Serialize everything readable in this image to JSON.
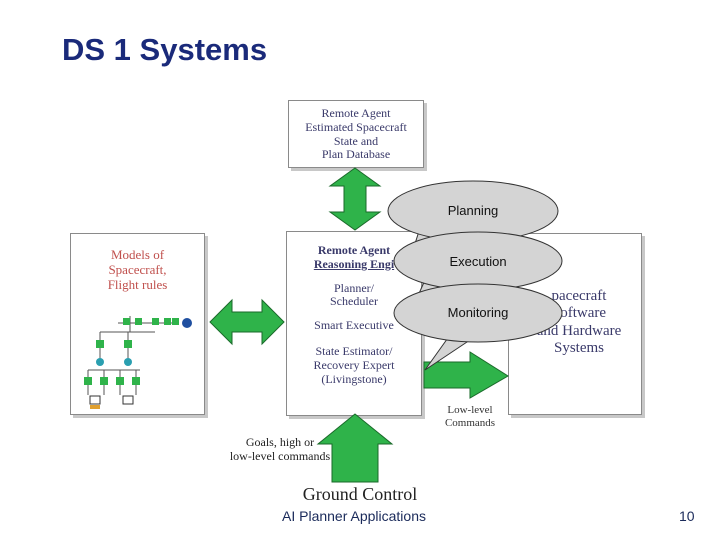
{
  "slide": {
    "title": "DS 1 Systems",
    "footer_left": "AI Planner Applications",
    "footer_right": "10"
  },
  "diagram": {
    "estimated_state_box": [
      "Remote Agent",
      "Estimated Spacecraft",
      "State and",
      "Plan Database"
    ],
    "models_box": [
      "Models of",
      "Spacecraft,",
      "Flight rules"
    ],
    "engine_box": {
      "title_1": "Remote Agent",
      "title_2": "Reasoning Engi",
      "items": [
        "Planner/",
        "Scheduler",
        "Smart Executive",
        "State Estimator/",
        "Recovery Expert",
        "(Livingstone)"
      ]
    },
    "hardware_box": [
      "pacecraft",
      "Software",
      "and Hardware",
      "Systems"
    ],
    "low_level_label": [
      "Low-level",
      "Commands"
    ],
    "goals_label": [
      "Goals, high or",
      "low-level commands"
    ],
    "ground_control": "Ground Control",
    "bubbles": [
      "Planning",
      "Execution",
      "Monitoring"
    ]
  },
  "colors": {
    "title": "#1a2a7a",
    "arrow_fill": "#2fb34a",
    "arrow_stroke": "#1a6a2a",
    "box_text": "#3a3a6a",
    "bubble_fill": "#d4d4d4",
    "tree_node": "#2fb34a"
  }
}
